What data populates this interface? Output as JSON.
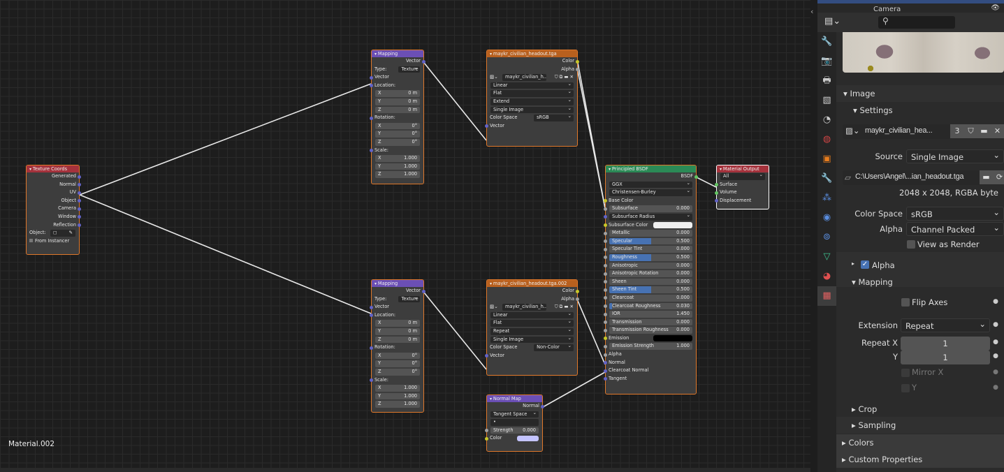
{
  "editor": {
    "material_name": "Material.002"
  },
  "colors": {
    "socket_color": "#c7c729",
    "socket_float": "#a1a1a1",
    "socket_vector": "#6363c7",
    "socket_shader": "#63c763",
    "header_input": "#a5323c",
    "header_vector": "#6b4fb5",
    "header_texture": "#b8601e",
    "header_shader": "#2b8a56",
    "header_output": "#a5323c",
    "accent": "#4772b3"
  },
  "nodes": {
    "texcoords": {
      "title": "Texture Coords",
      "rows": [
        {
          "t": "out",
          "label": "Generated",
          "s": "vector"
        },
        {
          "t": "out",
          "label": "Normal",
          "s": "vector"
        },
        {
          "t": "out",
          "label": "UV",
          "s": "vector"
        },
        {
          "t": "out",
          "label": "Object",
          "s": "vector"
        },
        {
          "t": "out",
          "label": "Camera",
          "s": "vector"
        },
        {
          "t": "out",
          "label": "Window",
          "s": "vector"
        },
        {
          "t": "out",
          "label": "Reflection",
          "s": "vector"
        },
        {
          "t": "objfield",
          "label": "Object:"
        },
        {
          "t": "check",
          "label": "From Instancer"
        }
      ]
    },
    "mapping1": {
      "title": "Mapping",
      "rows": [
        {
          "t": "out",
          "label": "Vector",
          "s": "vector"
        },
        {
          "t": "labsel",
          "label": "Type:",
          "value": "Texture"
        },
        {
          "t": "in",
          "label": "Vector",
          "s": "vector"
        },
        {
          "t": "label",
          "label": "Location:",
          "s": "vector"
        },
        {
          "t": "field",
          "label": "X",
          "value": "0 m"
        },
        {
          "t": "field",
          "label": "Y",
          "value": "0 m"
        },
        {
          "t": "field",
          "label": "Z",
          "value": "0 m"
        },
        {
          "t": "label",
          "label": "Rotation:",
          "s": "vector"
        },
        {
          "t": "field",
          "label": "X",
          "value": "0°"
        },
        {
          "t": "field",
          "label": "Y",
          "value": "0°"
        },
        {
          "t": "field",
          "label": "Z",
          "value": "0°"
        },
        {
          "t": "label",
          "label": "Scale:",
          "s": "vector"
        },
        {
          "t": "field",
          "label": "X",
          "value": "1.000"
        },
        {
          "t": "field",
          "label": "Y",
          "value": "1.000"
        },
        {
          "t": "field",
          "label": "Z",
          "value": "1.000"
        }
      ]
    },
    "mapping2": {
      "title": "Mapping",
      "rows": [
        {
          "t": "out",
          "label": "Vector",
          "s": "vector"
        },
        {
          "t": "labsel",
          "label": "Type:",
          "value": "Texture"
        },
        {
          "t": "in",
          "label": "Vector",
          "s": "vector"
        },
        {
          "t": "label",
          "label": "Location:",
          "s": "vector"
        },
        {
          "t": "field",
          "label": "X",
          "value": "0 m"
        },
        {
          "t": "field",
          "label": "Y",
          "value": "0 m"
        },
        {
          "t": "field",
          "label": "Z",
          "value": "0 m"
        },
        {
          "t": "label",
          "label": "Rotation:",
          "s": "vector"
        },
        {
          "t": "field",
          "label": "X",
          "value": "0°"
        },
        {
          "t": "field",
          "label": "Y",
          "value": "0°"
        },
        {
          "t": "field",
          "label": "Z",
          "value": "0°"
        },
        {
          "t": "label",
          "label": "Scale:",
          "s": "vector"
        },
        {
          "t": "field",
          "label": "X",
          "value": "1.000"
        },
        {
          "t": "field",
          "label": "Y",
          "value": "1.000"
        },
        {
          "t": "field",
          "label": "Z",
          "value": "1.000"
        }
      ]
    },
    "image1": {
      "title": "maykr_civilian_headout.tga",
      "rows": [
        {
          "t": "out",
          "label": "Color",
          "s": "color"
        },
        {
          "t": "out",
          "label": "Alpha",
          "s": "float"
        },
        {
          "t": "imgsel",
          "value": "maykr_civilian_h..."
        },
        {
          "t": "select",
          "value": "Linear"
        },
        {
          "t": "select",
          "value": "Flat"
        },
        {
          "t": "select",
          "value": "Extend"
        },
        {
          "t": "select",
          "value": "Single Image"
        },
        {
          "t": "labsel",
          "label": "Color Space",
          "value": "sRGB"
        },
        {
          "t": "in",
          "label": "Vector",
          "s": "vector"
        }
      ]
    },
    "image2": {
      "title": "maykr_civilian_headout.tga.002",
      "rows": [
        {
          "t": "out",
          "label": "Color",
          "s": "color"
        },
        {
          "t": "out",
          "label": "Alpha",
          "s": "float"
        },
        {
          "t": "imgsel",
          "value": "maykr_civilian_h..."
        },
        {
          "t": "select",
          "value": "Linear"
        },
        {
          "t": "select",
          "value": "Flat"
        },
        {
          "t": "select",
          "value": "Repeat"
        },
        {
          "t": "select",
          "value": "Single Image"
        },
        {
          "t": "labsel",
          "label": "Color Space",
          "value": "Non-Color"
        },
        {
          "t": "in",
          "label": "Vector",
          "s": "vector"
        }
      ]
    },
    "normalmap": {
      "title": "Normal Map",
      "rows": [
        {
          "t": "out",
          "label": "Normal",
          "s": "vector"
        },
        {
          "t": "select",
          "value": "Tangent Space"
        },
        {
          "t": "uvfield",
          "value": "•"
        },
        {
          "t": "field",
          "label": "Strength",
          "value": "0.000",
          "s": "float"
        },
        {
          "t": "color",
          "label": "Color",
          "s": "color",
          "swatch": "#c4c4ff"
        }
      ]
    },
    "principled": {
      "title": "Principled BSDF",
      "rows": [
        {
          "t": "out",
          "label": "BSDF",
          "s": "shader"
        },
        {
          "t": "select",
          "value": "GGX"
        },
        {
          "t": "select",
          "value": "Christensen-Burley"
        },
        {
          "t": "in",
          "label": "Base Color",
          "s": "color"
        },
        {
          "t": "field",
          "label": "Subsurface",
          "value": "0.000",
          "s": "float"
        },
        {
          "t": "select",
          "value": "Subsurface Radius",
          "s": "vector"
        },
        {
          "t": "color",
          "label": "Subsurface Color",
          "s": "color",
          "swatch": "#f0f0f0"
        },
        {
          "t": "field",
          "label": "Metallic",
          "value": "0.000",
          "s": "float"
        },
        {
          "t": "field",
          "label": "Specular",
          "value": "0.500",
          "s": "float",
          "fill": 0.5
        },
        {
          "t": "field",
          "label": "Specular Tint",
          "value": "0.000",
          "s": "float"
        },
        {
          "t": "field",
          "label": "Roughness",
          "value": "0.500",
          "s": "float",
          "fill": 0.5
        },
        {
          "t": "field",
          "label": "Anisotropic",
          "value": "0.000",
          "s": "float"
        },
        {
          "t": "field",
          "label": "Anisotropic Rotation",
          "value": "0.000",
          "s": "float"
        },
        {
          "t": "field",
          "label": "Sheen",
          "value": "0.000",
          "s": "float"
        },
        {
          "t": "field",
          "label": "Sheen Tint",
          "value": "0.500",
          "s": "float",
          "fill": 0.5
        },
        {
          "t": "field",
          "label": "Clearcoat",
          "value": "0.000",
          "s": "float"
        },
        {
          "t": "field",
          "label": "Clearcoat Roughness",
          "value": "0.030",
          "s": "float",
          "fill": 0.03
        },
        {
          "t": "field",
          "label": "IOR",
          "value": "1.450",
          "s": "float"
        },
        {
          "t": "field",
          "label": "Transmission",
          "value": "0.000",
          "s": "float"
        },
        {
          "t": "field",
          "label": "Transmission Roughness",
          "value": "0.000",
          "s": "float"
        },
        {
          "t": "color",
          "label": "Emission",
          "s": "color",
          "swatch": "#000000"
        },
        {
          "t": "field",
          "label": "Emission Strength",
          "value": "1.000",
          "s": "float"
        },
        {
          "t": "in",
          "label": "Alpha",
          "s": "float"
        },
        {
          "t": "in",
          "label": "Normal",
          "s": "vector"
        },
        {
          "t": "in",
          "label": "Clearcoat Normal",
          "s": "vector"
        },
        {
          "t": "in",
          "label": "Tangent",
          "s": "vector"
        }
      ]
    },
    "output": {
      "title": "Material Output",
      "rows": [
        {
          "t": "select",
          "value": "All"
        },
        {
          "t": "in",
          "label": "Surface",
          "s": "shader"
        },
        {
          "t": "in",
          "label": "Volume",
          "s": "shader"
        },
        {
          "t": "in",
          "label": "Displacement",
          "s": "vector"
        }
      ]
    }
  },
  "outliner": {
    "camera_label": "Camera"
  },
  "properties": {
    "image_panel": "Image",
    "settings_panel": "Settings",
    "image_name": "maykr_civilian_hea...",
    "users": "3",
    "source_label": "Source",
    "source_value": "Single Image",
    "filepath": "C:\\Users\\Angel\\...ian_headout.tga",
    "image_info": "2048 x 2048,  RGBA byte",
    "colorspace_label": "Color Space",
    "colorspace_value": "sRGB",
    "alpha_label": "Alpha",
    "alpha_value": "Channel Packed",
    "view_as_render": "View as Render",
    "alpha_panel": "Alpha",
    "mapping_panel": "Mapping",
    "flip_axes": "Flip Axes",
    "extension_label": "Extension",
    "extension_value": "Repeat",
    "repeat_x_label": "Repeat X",
    "repeat_x": "1",
    "repeat_y_label": "Y",
    "repeat_y": "1",
    "mirror_x": "Mirror X",
    "mirror_y": "Y",
    "crop_panel": "Crop",
    "sampling_panel": "Sampling",
    "colors_panel": "Colors",
    "custom_props_panel": "Custom Properties"
  }
}
